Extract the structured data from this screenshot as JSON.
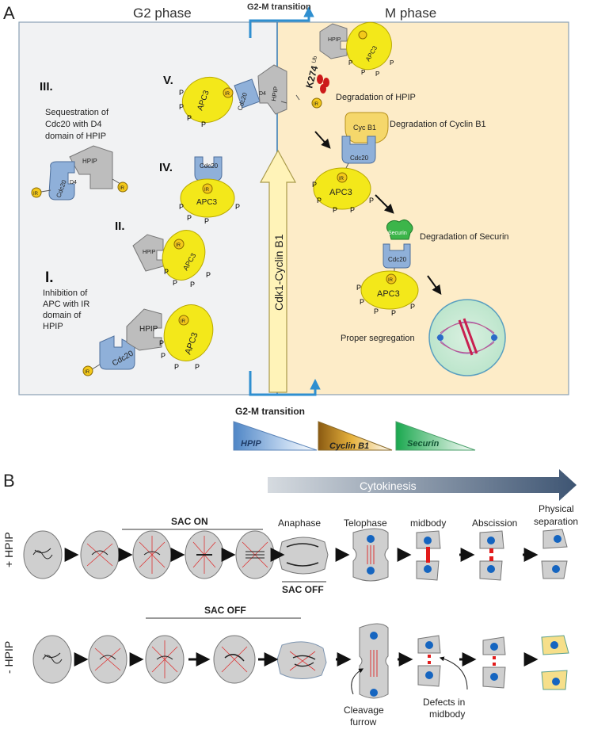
{
  "panel_a": {
    "label": "A",
    "g2_title": "G2 phase",
    "m_title": "M phase",
    "transition_top": "G2-M transition",
    "transition_bottom": "G2-M transition",
    "cdk_label": "Cdk1-Cyclin B1",
    "step_v": "V.",
    "step_iv": "IV.",
    "step_iii": "III.",
    "step_ii": "II.",
    "step_i": "I.",
    "seq_line1": "Sequestration of",
    "seq_line2": "Cdc20 with D4",
    "seq_line3": "domain of HPIP",
    "inh_line1": "Inhibition of",
    "inh_line2": "APC with IR",
    "inh_line3": "domain of",
    "inh_line4": "HPIP",
    "k274": "K274",
    "ub": "Ub",
    "deg_hpip": "Degradation of HPIP",
    "deg_cyclin": "Degradation of Cyclin B1",
    "deg_securin": "Degradation of Securin",
    "proper_seg": "Proper segregation",
    "gradient_labels": [
      "HPIP",
      "Cyclin B1",
      "Securin"
    ],
    "mol": {
      "apc3": "APC3",
      "cdc20": "Cdc20",
      "hpip": "HPIP",
      "ir": "IR",
      "d4": "D4",
      "p": "P",
      "cycb1": "Cyc B1",
      "securin": "Securin"
    }
  },
  "panel_b": {
    "label": "B",
    "cytokinesis": "Cytokinesis",
    "plus_hpip": "+ HPIP",
    "minus_hpip": "- HPIP",
    "sac_on": "SAC ON",
    "sac_off_top": "SAC OFF",
    "sac_off_bottom": "SAC OFF",
    "stages": [
      "Anaphase",
      "Telophase",
      "midbody",
      "Abscission",
      "Physical",
      "separation"
    ],
    "cleavage_1": "Cleavage",
    "cleavage_2": "furrow",
    "defects_1": "Defects in",
    "defects_2": "midbody"
  },
  "colors": {
    "g2_bg": "#f1f2f3",
    "m_bg": "#fdecc8",
    "apc3": "#f3e81a",
    "cdc20": "#8fb0d9",
    "hpip": "#bdbdbd",
    "arrow_blue": "#2f8fd0",
    "cdk_bar": "#fff3b8",
    "cytokinesis_dark": "#3e5573"
  }
}
